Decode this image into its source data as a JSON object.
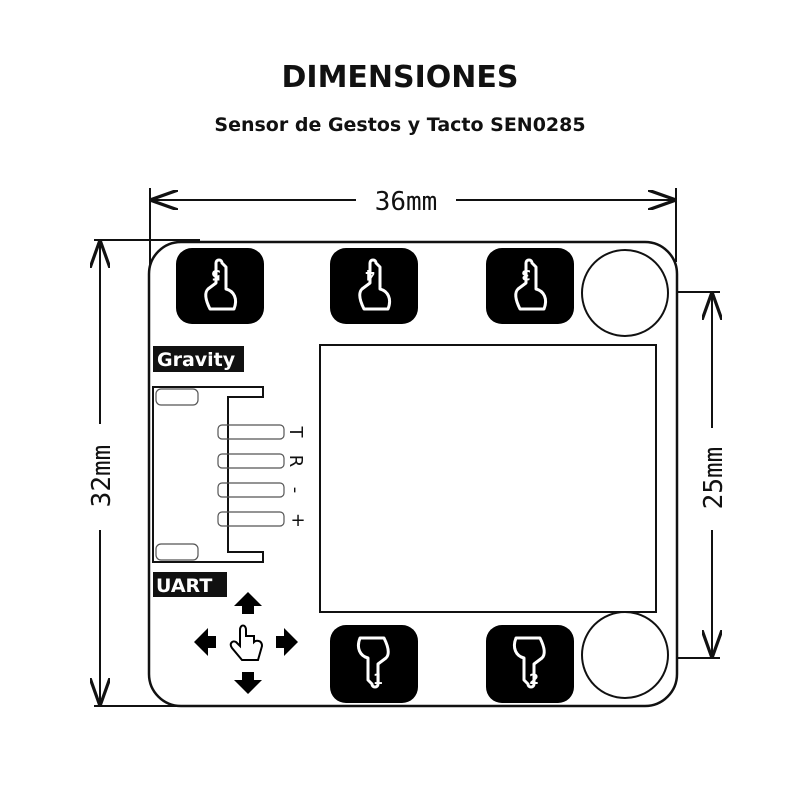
{
  "header": {
    "title": "DIMENSIONES",
    "subtitle": "Sensor de Gestos y Tacto SEN0285"
  },
  "dimensions": {
    "width": "36mm",
    "height": "32mm",
    "hole_spacing": "25mm"
  },
  "labels": {
    "gravity": "Gravity",
    "uart": "UART"
  },
  "pins": [
    "T",
    "R",
    "-",
    "+"
  ],
  "pads": [
    "5",
    "4",
    "3",
    "1",
    "2"
  ],
  "colors": {
    "ink": "#111111",
    "background": "#ffffff"
  }
}
